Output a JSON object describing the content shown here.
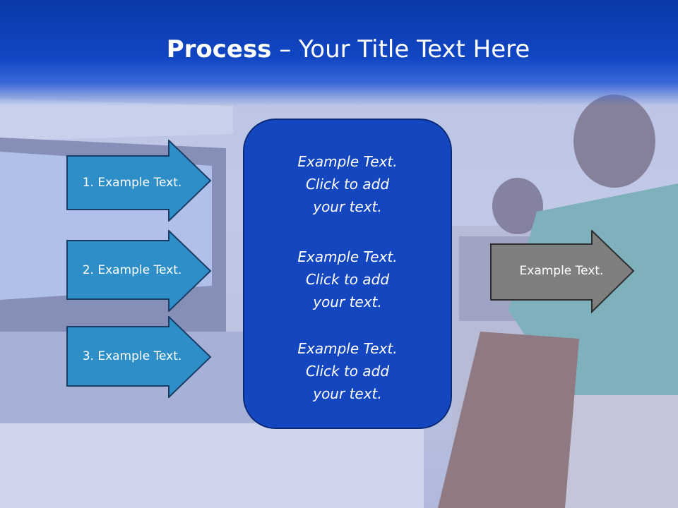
{
  "title": {
    "bold": "Process",
    "rest": " – Your Title Text Here"
  },
  "steps": [
    {
      "label": "1. Example Text."
    },
    {
      "label": "2. Example Text."
    },
    {
      "label": "3. Example Text."
    }
  ],
  "center_items": [
    {
      "line1": "Example Text.",
      "line2": "Click  to add",
      "line3": "your text."
    },
    {
      "line1": "Example Text.",
      "line2": "Click  to add",
      "line3": "your text."
    },
    {
      "line1": "Example Text.",
      "line2": "Click  to add",
      "line3": "your text."
    }
  ],
  "result": {
    "label": "Example Text."
  },
  "colors": {
    "title_bar": "#1146c4",
    "step_arrow": "#2e8ec8",
    "center_box": "#1446c0",
    "result_arrow": "#7f7f7f"
  }
}
